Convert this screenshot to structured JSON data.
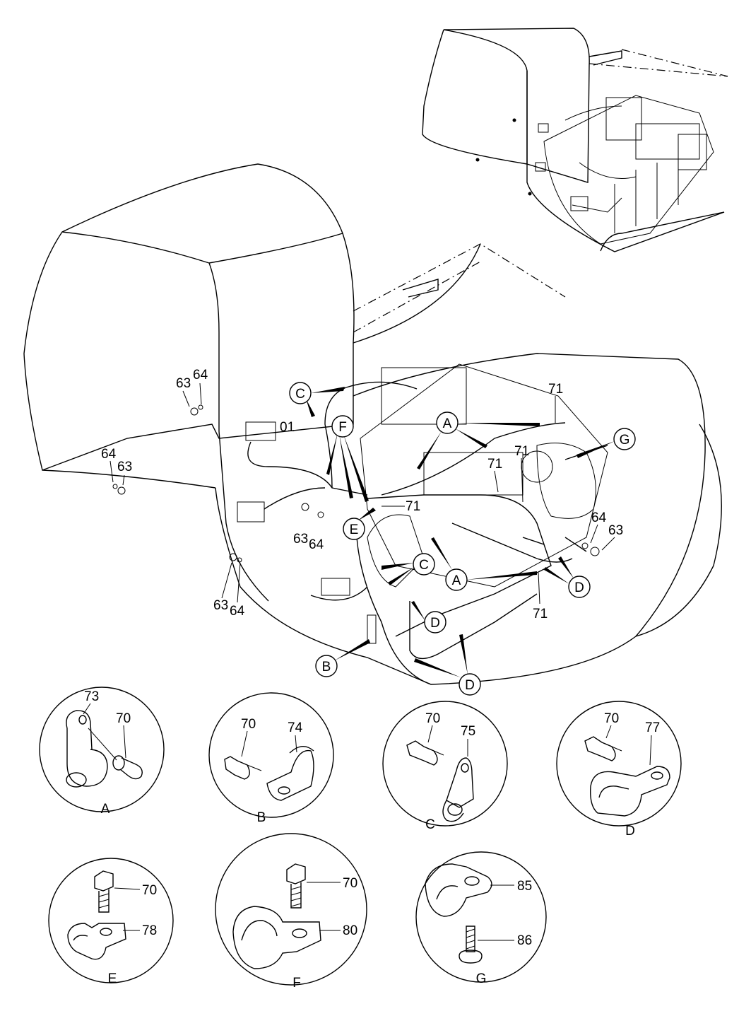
{
  "diagram": {
    "part_labels": {
      "p01": "01",
      "p63a": "63",
      "p64a": "64",
      "p64b": "64",
      "p63b": "63",
      "p63c": "63",
      "p64c": "64",
      "p63d": "63",
      "p64d": "64",
      "p64e": "64",
      "p63e": "63",
      "p71a": "71",
      "p71b": "71",
      "p71c": "71",
      "p71d": "71",
      "p71e": "71"
    },
    "callouts": {
      "A1": "A",
      "A2": "A",
      "B": "B",
      "C1": "C",
      "C2": "C",
      "D1": "D",
      "D2": "D",
      "D3": "D",
      "E": "E",
      "F": "F",
      "G": "G"
    },
    "details": [
      {
        "id": "A",
        "caption": "A",
        "parts": [
          "73",
          "70"
        ]
      },
      {
        "id": "B",
        "caption": "B",
        "parts": [
          "70",
          "74"
        ]
      },
      {
        "id": "C",
        "caption": "C",
        "parts": [
          "70",
          "75"
        ]
      },
      {
        "id": "D",
        "caption": "D",
        "parts": [
          "70",
          "77"
        ]
      },
      {
        "id": "E",
        "caption": "E",
        "parts": [
          "70",
          "78"
        ]
      },
      {
        "id": "F",
        "caption": "F",
        "parts": [
          "70",
          "80"
        ]
      },
      {
        "id": "G",
        "caption": "G",
        "parts": [
          "85",
          "86"
        ]
      }
    ]
  }
}
